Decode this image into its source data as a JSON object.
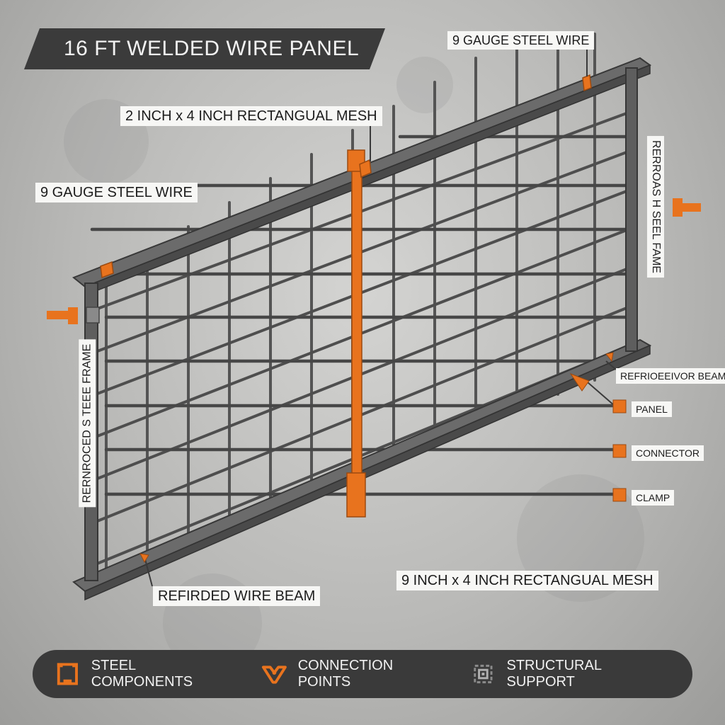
{
  "title": "16 FT WELDED WIRE PANEL",
  "labels": {
    "top_right_wire": "9 GAUGE STEEL WIRE",
    "mesh_top": "2 INCH x 4 INCH RECTANGUAL MESH",
    "wire_left": "9 GAUGE STEEL WIRE",
    "right_frame": "RERROAS H SEEL FAME",
    "left_frame": "RERNROCED S TEEE FRAME",
    "beam_right": "REFRIOEEIVOR BEAM",
    "panel": "PANEL",
    "connector": "CONNECTOR",
    "clamp": "CLAMP",
    "mesh_bottom": "9 INCH x 4 INCH RECTANGUAL MESH",
    "beam_bottom": "REFIRDED WIRE BEAM"
  },
  "legend": [
    {
      "icon": "steel-components-icon",
      "label": "STEEL COMPONENTS"
    },
    {
      "icon": "connection-points-icon",
      "label": "CONNECTION POINTS"
    },
    {
      "icon": "structural-support-icon",
      "label": "STRUCTURAL SUPPORT"
    }
  ],
  "colors": {
    "accent": "#e8731e",
    "frame": "#5a5a5a",
    "frame_dark": "#3e3e3e",
    "wire": "#525252",
    "banner": "#3b3b3b",
    "label_bg": "#f7f7f5"
  }
}
